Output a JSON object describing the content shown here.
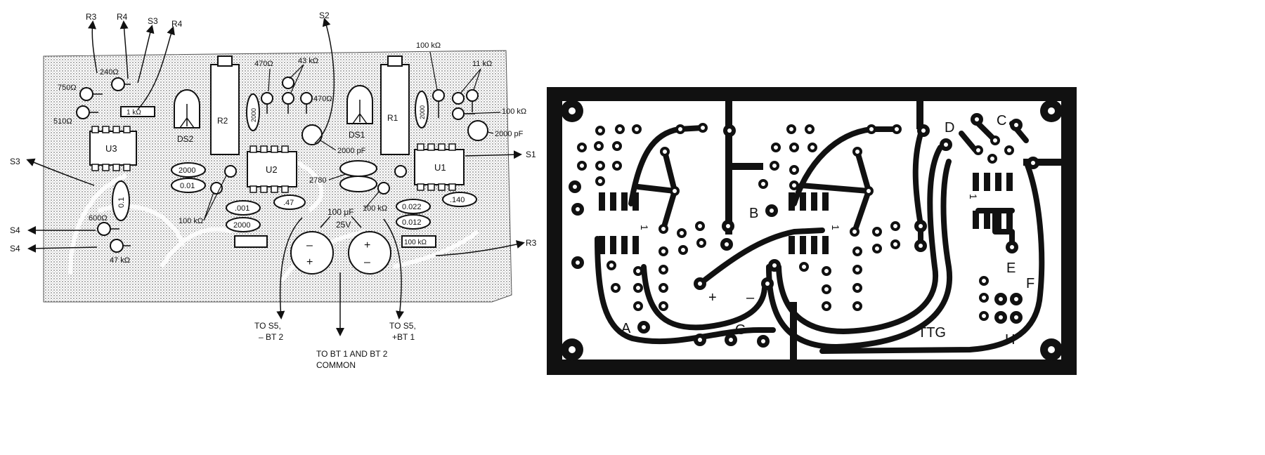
{
  "layout_view": {
    "ics": [
      "U3",
      "U2",
      "U1"
    ],
    "refdes": {
      "r1": "R1",
      "r2": "R2",
      "ds1": "DS1",
      "ds2": "DS2"
    },
    "resistors": {
      "r750": "750Ω",
      "r240": "240Ω",
      "r510": "510Ω",
      "r1k": "1 kΩ",
      "r470a": "470Ω",
      "r43k": "43 kΩ",
      "r470b": "470Ω",
      "r100k_top": "100 kΩ",
      "r11k": "11 kΩ",
      "r100k_right": "100 kΩ",
      "r2000a": "2000",
      "r2000b": "2000",
      "r600": "600Ω",
      "r47k": "47 kΩ",
      "r100k_left": "100 kΩ",
      "r100k_mid": "100 kΩ",
      "r100k_box": "100 kΩ"
    },
    "caps": {
      "c2000pf_right": "2000 pF",
      "c2000pf_mid": "2000 pF",
      "c2000": "2000",
      "c001a": "0.01",
      "c001b": ".001",
      "c2000c": "2000",
      "c47": ".47",
      "c2780": "2780",
      "c0022": "0.022",
      "c0012": "0.012",
      "c140": ".140",
      "c01": "0.1",
      "electrolytic_value": "100 μF",
      "electrolytic_voltage": "25V"
    },
    "wires": {
      "top": [
        "R3",
        "R4",
        "S3",
        "R4",
        "S2"
      ],
      "s3_left": "S3",
      "s4_a": "S4",
      "s4_b": "S4",
      "s1": "S1",
      "r3_right": "R3"
    },
    "notes": {
      "to_s5_neg": [
        "TO S5,",
        "– BT 2"
      ],
      "to_s5_pos": [
        "TO S5,",
        "+BT 1"
      ],
      "to_bt_common": [
        "TO BT 1 AND BT 2",
        "COMMON"
      ]
    }
  },
  "pcb_view": {
    "points": [
      "A",
      "B",
      "C",
      "D",
      "E",
      "F",
      "G",
      "H"
    ],
    "plus": "+",
    "minus": "–",
    "ttg": "TTG",
    "ic_marks": [
      "1",
      "1",
      "1"
    ]
  }
}
